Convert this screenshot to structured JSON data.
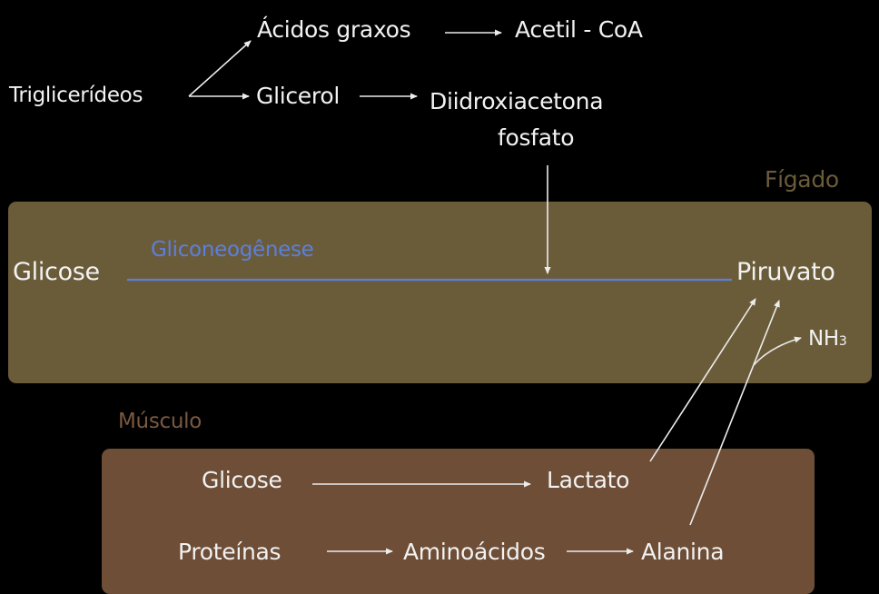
{
  "colors": {
    "background": "#000000",
    "liver_box": "#6b5c39",
    "muscle_box": "#6e4e36",
    "liver_label": "#6b5c39",
    "muscle_label": "#7a5841",
    "gluconeogenesis": "#5b7fe0",
    "text": "#f2f2f2",
    "arrow": "#ececec"
  },
  "diagram": {
    "triglycerides": "Triglicerídeos",
    "fatty_acids": "Ácidos graxos",
    "acetyl_coa": "Acetil - CoA",
    "glycerol": "Glicerol",
    "dhap_line1": "Diidroxiacetona",
    "dhap_line2": "fosfato",
    "liver_label": "Fígado",
    "liver_glucose": "Glicose",
    "gluconeogenesis": "Gliconeogênese",
    "pyruvate": "Piruvato",
    "nh3": "NH",
    "nh3_sub": "3",
    "muscle_label": "Músculo",
    "muscle_glucose": "Glicose",
    "lactate": "Lactato",
    "proteins": "Proteínas",
    "amino_acids": "Aminoácidos",
    "alanine": "Alanina"
  }
}
